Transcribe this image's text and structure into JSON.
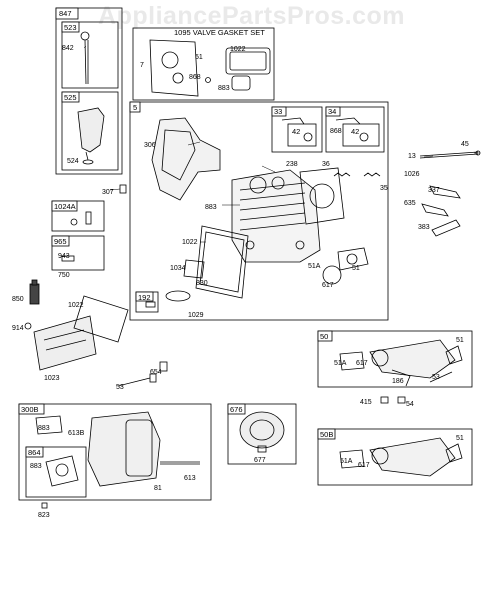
{
  "watermark": "AppliancePartsPros.com",
  "boxes": {
    "b847": "847",
    "b523": "523",
    "b525": "525",
    "b1095": "1095 VALVE GASKET SET",
    "b5": "5",
    "b33": "33",
    "b34": "34",
    "b42a": "42",
    "b42b": "42",
    "b1024a": "1024A",
    "b965": "965",
    "b192": "192",
    "b50": "50",
    "b300b": "300B",
    "b864": "864",
    "b676": "676",
    "b50b": "50B"
  },
  "callouts": {
    "c842": "842",
    "c524": "524",
    "c307": "307",
    "c943": "943",
    "c750": "750",
    "c850": "850",
    "c914": "914",
    "c1022_left": "1022",
    "c1023": "1023",
    "c53_left": "53",
    "c654": "654",
    "c7": "7",
    "c51_gasket": "51",
    "c868_gasket": "868",
    "c1022_gasket": "1022",
    "c883_gasket": "883",
    "c306": "306",
    "c883_head": "883",
    "c1022_mid": "1022",
    "c1034": "1034",
    "c830": "830",
    "c1029": "1029",
    "c238": "238",
    "c36": "36",
    "c35": "35",
    "c868_34": "868",
    "c51a_head": "51A",
    "c51_head": "51",
    "c617_head": "617",
    "c13": "13",
    "c45": "45",
    "c1026": "1026",
    "c337": "337",
    "c635": "635",
    "c383": "383",
    "c51_50": "51",
    "c51a_50": "51A",
    "c617_50": "617",
    "c186": "186",
    "c53_50": "53",
    "c415": "415",
    "c54": "54",
    "c883_300b": "883",
    "c613b": "613B",
    "c883_864": "883",
    "c81": "81",
    "c613": "613",
    "c823": "823",
    "c677": "677",
    "c51_50b": "51",
    "c51a_50b": "51A",
    "c617_50b": "617"
  }
}
